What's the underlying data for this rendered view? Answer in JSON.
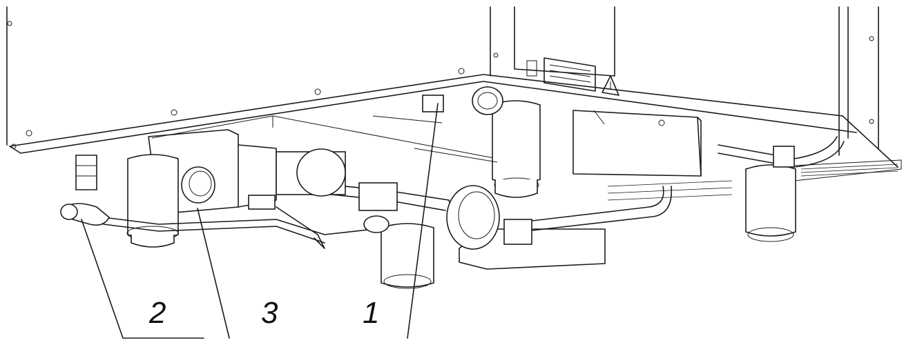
{
  "diagram": {
    "callouts": [
      {
        "id": "callout-2",
        "label": "2"
      },
      {
        "id": "callout-3",
        "label": "3"
      },
      {
        "id": "callout-1",
        "label": "1"
      }
    ]
  }
}
